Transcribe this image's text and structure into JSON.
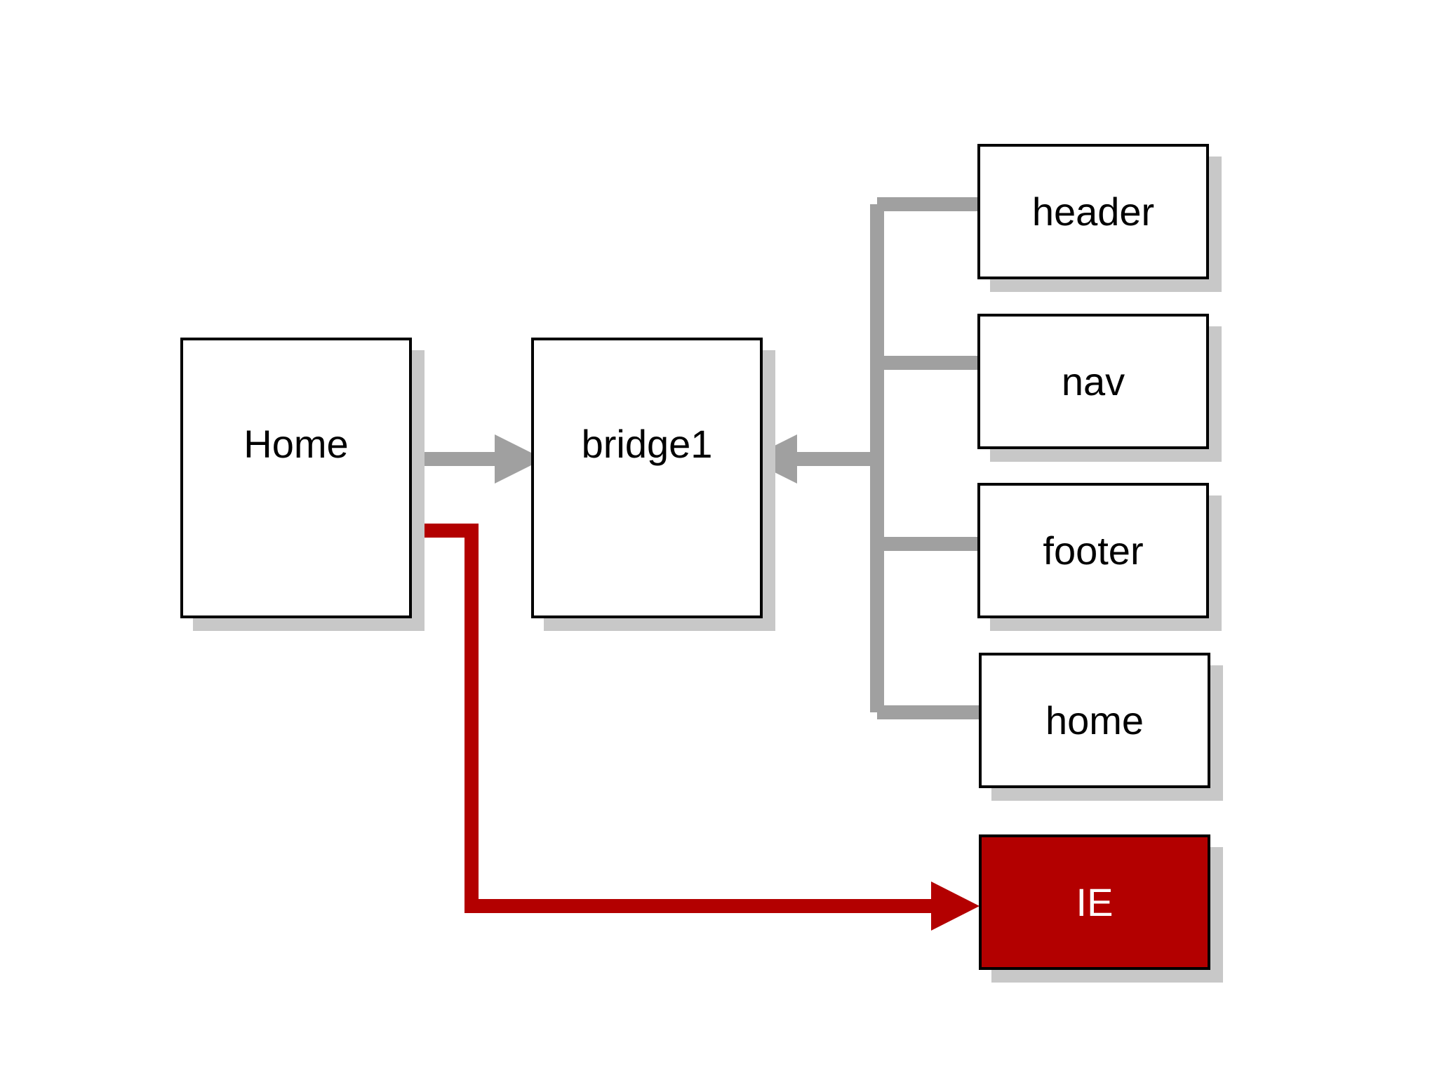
{
  "diagram": {
    "nodes": {
      "home_page": "Home",
      "bridge": "bridge1",
      "header": "header",
      "nav": "nav",
      "footer": "footer",
      "home": "home",
      "ie": "IE"
    },
    "colors": {
      "connector": "#a0a0a0",
      "accent": "#b30000",
      "border": "#000000",
      "shadow": "#c8c8c8"
    }
  }
}
